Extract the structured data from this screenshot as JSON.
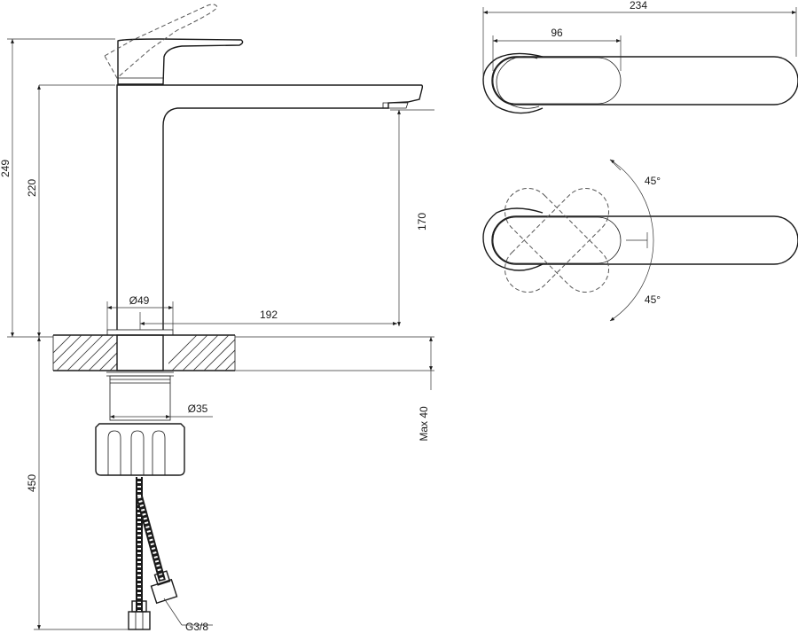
{
  "dimensions": {
    "overall_height": "249",
    "spout_height": "220",
    "outlet_height": "170",
    "reach": "192",
    "body_diameter": "Ø49",
    "shank_diameter": "Ø35",
    "under_counter_length": "450",
    "max_counter_thickness": "Max 40",
    "thread": "G3/8",
    "top_total_length": "234",
    "top_base_length": "96",
    "lever_angle_up": "45°",
    "lever_angle_down": "45°"
  }
}
